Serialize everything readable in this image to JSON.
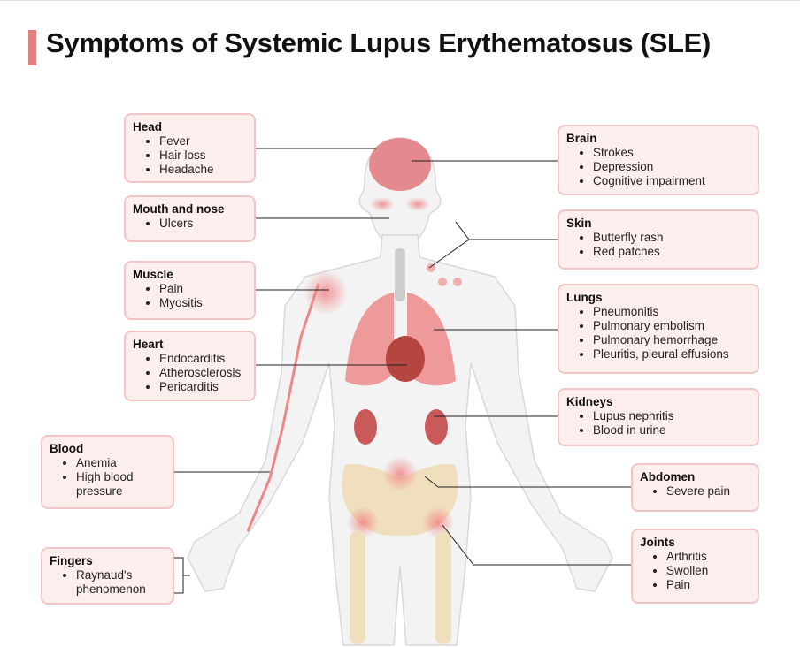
{
  "title": "Symptoms of Systemic Lupus Erythematosus (SLE)",
  "accent": "#e08080",
  "boxes": {
    "head": {
      "heading": "Head",
      "items": [
        "Fever",
        "Hair loss",
        "Headache"
      ]
    },
    "mouth": {
      "heading": "Mouth and nose",
      "items": [
        "Ulcers"
      ]
    },
    "muscle": {
      "heading": "Muscle",
      "items": [
        "Pain",
        "Myositis"
      ]
    },
    "heart": {
      "heading": "Heart",
      "items": [
        "Endocarditis",
        "Atherosclerosis",
        "Pericarditis"
      ]
    },
    "blood": {
      "heading": "Blood",
      "items": [
        "Anemia",
        "High blood pressure"
      ]
    },
    "fingers": {
      "heading": "Fingers",
      "items": [
        "Raynaud's phenomenon"
      ]
    },
    "brain": {
      "heading": "Brain",
      "items": [
        "Strokes",
        "Depression",
        "Cognitive impairment"
      ]
    },
    "skin": {
      "heading": "Skin",
      "items": [
        "Butterfly rash",
        "Red patches"
      ]
    },
    "lungs": {
      "heading": "Lungs",
      "items": [
        "Pneumonitis",
        "Pulmonary embolism",
        "Pulmonary hemorrhage",
        "Pleuritis, pleural effusions"
      ]
    },
    "kidneys": {
      "heading": "Kidneys",
      "items": [
        "Lupus nephritis",
        "Blood in urine"
      ]
    },
    "abdomen": {
      "heading": "Abdomen",
      "items": [
        "Severe pain"
      ]
    },
    "joints": {
      "heading": "Joints",
      "items": [
        "Arthritis",
        "Swollen",
        "Pain"
      ]
    }
  }
}
